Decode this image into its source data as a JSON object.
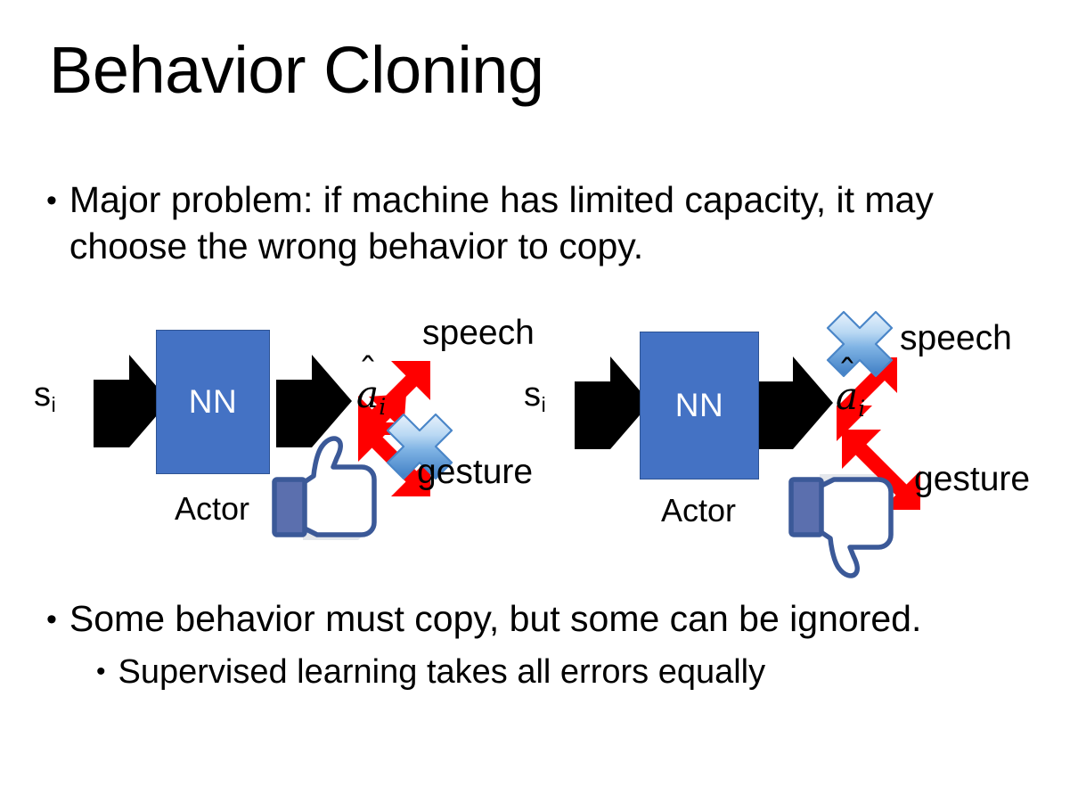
{
  "slide": {
    "title": "Behavior Cloning",
    "background_color": "#FFFFFF",
    "bullets": [
      {
        "marker": "•",
        "text": "Major problem: if machine has limited capacity, it may choose the wrong behavior to copy.",
        "level": 1
      },
      {
        "marker": "•",
        "text": "Some behavior must copy, but some can be ignored.",
        "level": 1
      },
      {
        "marker": "•",
        "text": "Supervised learning takes all errors equally",
        "level": 2
      }
    ]
  },
  "colors": {
    "nn_box_fill": "#4472C4",
    "nn_box_border": "#2E5494",
    "arrow_black": "#000000",
    "arrow_red": "#FF0000",
    "cross_blue_light": "#CFE2F7",
    "cross_blue_mid": "#6FA8DC",
    "cross_blue_dark": "#2E6DB4",
    "thumb_outline": "#3B5998",
    "thumb_fill": "#FFFFFF",
    "thumb_cuff": "#5B6FAE",
    "thumb_shadow": "#E4E7EC"
  },
  "diagrams": [
    {
      "id": "left",
      "state_label": "s",
      "state_subscript": "i",
      "nn_label": "NN",
      "actor_label": "Actor",
      "action_label": "a",
      "action_subscript": "i",
      "action_has_hat": true,
      "outputs": [
        {
          "name": "speech",
          "label": "speech",
          "crossed_out": false
        },
        {
          "name": "gesture",
          "label": "gesture",
          "crossed_out": true
        }
      ],
      "feedback_icon": "thumbs-up-icon",
      "feedback": "positive"
    },
    {
      "id": "right",
      "state_label": "s",
      "state_subscript": "i",
      "nn_label": "NN",
      "actor_label": "Actor",
      "action_label": "a",
      "action_subscript": "i",
      "action_has_hat": true,
      "outputs": [
        {
          "name": "speech",
          "label": "speech",
          "crossed_out": true
        },
        {
          "name": "gesture",
          "label": "gesture",
          "crossed_out": false
        }
      ],
      "feedback_icon": "thumbs-down-icon",
      "feedback": "negative"
    }
  ]
}
